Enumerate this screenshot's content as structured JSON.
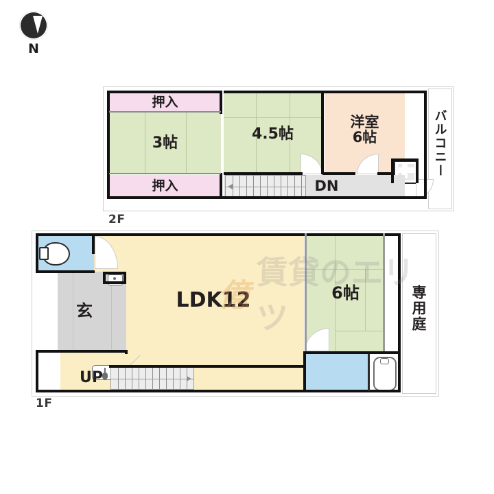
{
  "document": {
    "type": "real-estate-floor-plan",
    "orientation_marker": "N"
  },
  "compass": {
    "label": "N",
    "icon": "north-arrow-icon"
  },
  "watermark": {
    "part1": "億",
    "part2": "賃貸のエリツ"
  },
  "floors": [
    {
      "id": "2F",
      "label": "2F",
      "rooms": [
        {
          "name": "oshiire-top",
          "label": "押入",
          "type": "closet",
          "color": "#f6dcec"
        },
        {
          "name": "room-3jo",
          "label": "3帖",
          "type": "tatami",
          "color": "#dde8c4"
        },
        {
          "name": "oshiire-bottom",
          "label": "押入",
          "type": "closet",
          "color": "#f6dcec"
        },
        {
          "name": "room-45jo",
          "label": "4.5帖",
          "type": "tatami",
          "color": "#dde8c4"
        },
        {
          "name": "room-yoshitsu",
          "label": "洋室\n6帖",
          "type": "western",
          "color": "#fae4d0"
        },
        {
          "name": "balcony",
          "label": "バルコニー",
          "type": "balcony",
          "color": "#ffffff"
        }
      ],
      "stairs": {
        "label": "DN",
        "direction": "down"
      },
      "fixtures": [
        {
          "name": "washing-machine-pan",
          "icon": "washing-machine-icon"
        }
      ]
    },
    {
      "id": "1F",
      "label": "1F",
      "rooms": [
        {
          "name": "toilet",
          "label": "",
          "type": "toilet",
          "color": "#b7dcf2"
        },
        {
          "name": "genkan",
          "label": "玄",
          "type": "entrance",
          "color": "#d5d5d5"
        },
        {
          "name": "ldk",
          "label": "LDK12",
          "type": "living",
          "color": "#fbeec4"
        },
        {
          "name": "room-6jo",
          "label": "6帖",
          "type": "tatami",
          "color": "#dde8c4"
        },
        {
          "name": "washroom",
          "label": "",
          "type": "washroom",
          "color": "#b7dcf2"
        },
        {
          "name": "bathroom",
          "label": "",
          "type": "bath",
          "color": "#ffffff"
        },
        {
          "name": "private-garden",
          "label": "専用庭",
          "type": "garden",
          "color": "#ffffff"
        }
      ],
      "stairs": {
        "label": "UP",
        "direction": "up"
      },
      "fixtures": [
        {
          "name": "toilet-fixture",
          "icon": "toilet-icon"
        },
        {
          "name": "hand-sink",
          "icon": "sink-icon"
        },
        {
          "name": "kitchen-sink",
          "icon": "sink-icon"
        },
        {
          "name": "kitchen-stove",
          "icon": "stove-icon"
        },
        {
          "name": "bath-tub",
          "icon": "bathtub-icon"
        }
      ]
    }
  ],
  "labels": {
    "oshiire": "押入",
    "three_jo": "3帖",
    "four_five_jo": "4.5帖",
    "yoshitsu": "洋室\n6帖",
    "balcony": "バルコニー",
    "dn": "DN",
    "up": "UP",
    "genkan": "玄",
    "ldk": "LDK12",
    "six_jo": "6帖",
    "private_garden": "専用庭",
    "floor_2f": "2F",
    "floor_1f": "1F"
  },
  "colors": {
    "tatami": "#dde8c4",
    "western_room": "#fae4d0",
    "closet": "#f6dcec",
    "ldk": "#fbeec4",
    "entrance": "#d5d5d5",
    "water_area": "#b7dcf2",
    "hall": "#e2e2e2",
    "wall": "#111111",
    "background": "#ffffff"
  }
}
